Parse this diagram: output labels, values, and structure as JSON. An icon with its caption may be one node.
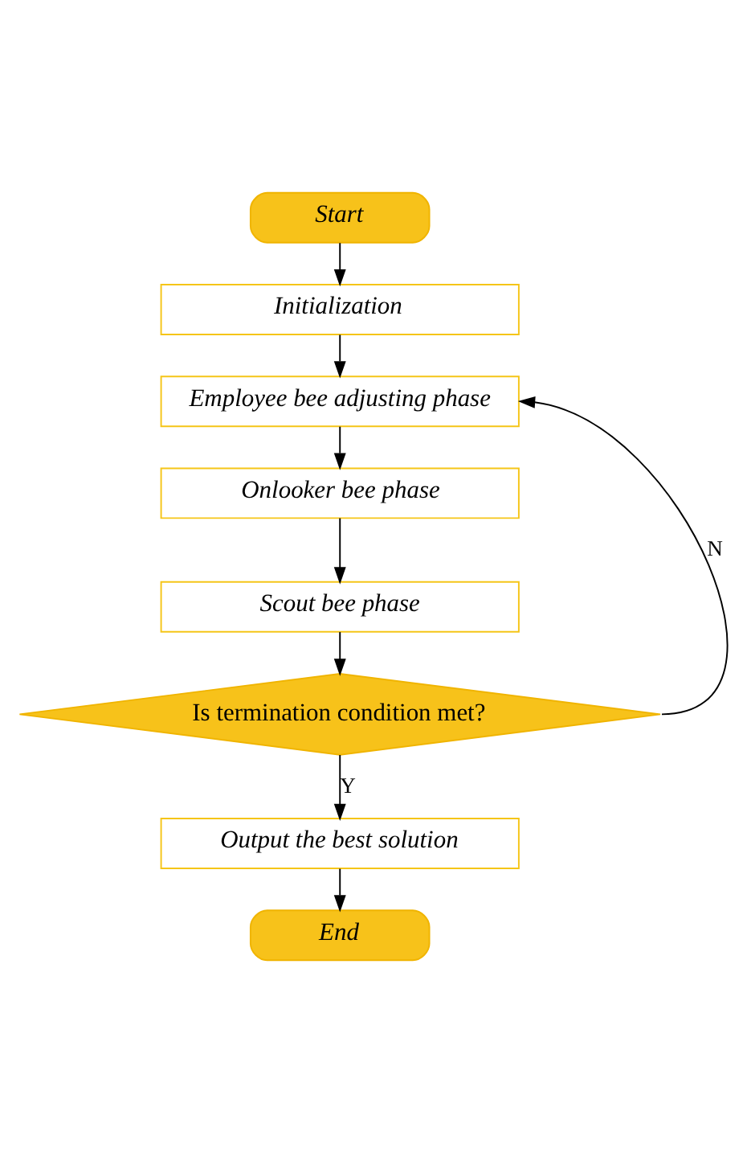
{
  "diagram": {
    "nodes": [
      {
        "text": [
          "Start"
        ]
      },
      {
        "text": [
          "Initialization"
        ]
      },
      {
        "text": [
          "Employee bee adjusting phase"
        ]
      },
      {
        "text": [
          "Onlooker bee phase"
        ]
      },
      {
        "text": [
          "Scout bee phase"
        ]
      },
      {
        "text": [
          "Is termination condition met?"
        ]
      },
      {
        "text": [
          "Output the best solution"
        ]
      },
      {
        "text": [
          "End"
        ]
      }
    ],
    "edges": [
      {
        "from": 0,
        "to": 1,
        "arrow": "to"
      },
      {
        "from": 1,
        "to": 2,
        "arrow": "to"
      },
      {
        "from": 2,
        "to": 3,
        "arrow": "to"
      },
      {
        "from": 3,
        "to": 4,
        "arrow": "to"
      },
      {
        "from": 4,
        "to": 5,
        "arrow": "to"
      },
      {
        "from": 5,
        "to": 2,
        "arrow": "to",
        "label": "N"
      },
      {
        "from": 5,
        "to": 6,
        "arrow": "to",
        "label": "Y"
      },
      {
        "from": 6,
        "to": 7,
        "arrow": "to"
      }
    ]
  }
}
